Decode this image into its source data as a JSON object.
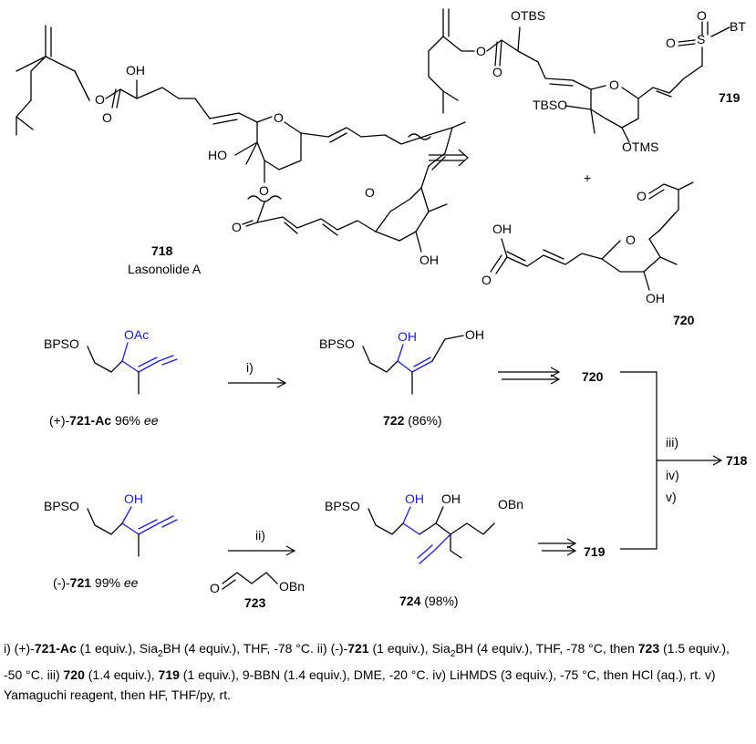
{
  "compounds": {
    "c718": {
      "number": "718",
      "name": "Lasonolide A"
    },
    "c719": {
      "number": "719"
    },
    "c720": {
      "number": "720"
    },
    "c721ac": {
      "prefix": "(+)-",
      "number": "721-Ac",
      "ee": "96%",
      "ee_label": "ee"
    },
    "c721": {
      "prefix": "(-)-",
      "number": "721",
      "ee": "99%",
      "ee_label": "ee"
    },
    "c722": {
      "number": "722",
      "yield": "(86%)"
    },
    "c723": {
      "number": "723"
    },
    "c724": {
      "number": "724",
      "yield": "(98%)"
    }
  },
  "atom_labels": {
    "oh": "OH",
    "ho": "HO",
    "o": "O",
    "otbs": "OTBS",
    "tbso": "TBSO",
    "otms": "OTMS",
    "bpso": "BPSO",
    "oac": "OAc",
    "obn": "OBn",
    "bt": "BT",
    "s": "S"
  },
  "plus": "+",
  "steps": {
    "i": "i)",
    "ii": "ii)",
    "iii": "iii)",
    "iv": "iv)",
    "v": "v)"
  },
  "conditions": {
    "part1": "i) ",
    "c721ac_prefix": "(+)-",
    "c721ac": "721-Ac",
    "part2": " (1 equiv.), Sia",
    "part3": "BH (4 equiv.), THF, -78 °C. ii) (-)-",
    "c721": "721",
    "part4": " (1 equiv.), Sia",
    "part5": "BH (4 equiv.), THF, -78 °C, then ",
    "c723": "723",
    "part6": " (1.5 equiv.), -50 °C. iii) ",
    "c720": "720",
    "part7": " (1.4 equiv.), ",
    "c719": "719",
    "part8": " (1 equiv.), 9-BBN (1.4 equiv.), DME, -20 °C. iv) LiHMDS (3 equiv.), -75 °C, then HCl (aq.), rt. v) Yamaguchi reagent, then HF, THF/py, rt.",
    "sub": "2"
  }
}
